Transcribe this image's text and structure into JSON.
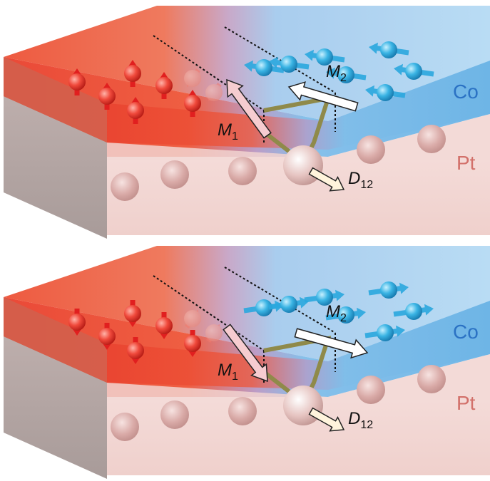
{
  "panels": [
    {
      "id": "top",
      "layer_labels": {
        "cobalt": "Co",
        "platinum": "Pt"
      },
      "vectors": {
        "m1": {
          "symbol": "M",
          "subscript": "1"
        },
        "m2": {
          "symbol": "M",
          "subscript": "2"
        },
        "d12": {
          "symbol": "D",
          "subscript": "12"
        }
      },
      "red_spin_direction": "up",
      "blue_spin_direction": "left"
    },
    {
      "id": "bottom",
      "layer_labels": {
        "cobalt": "Co",
        "platinum": "Pt"
      },
      "vectors": {
        "m1": {
          "symbol": "M",
          "subscript": "1"
        },
        "m2": {
          "symbol": "M",
          "subscript": "2"
        },
        "d12": {
          "symbol": "D",
          "subscript": "12"
        }
      },
      "red_spin_direction": "down",
      "blue_spin_direction": "right"
    }
  ],
  "colors": {
    "red_domain": "#e8402f",
    "blue_domain": "#8ecaf0",
    "pt_front": "#f2d3d0",
    "pt_side": "#c9b2b0",
    "red_spin": "#e11f1f",
    "blue_spin": "#2aa7de",
    "bond": "#8f8a4a",
    "co_label": "#2b72c4",
    "pt_label": "#d2706a"
  }
}
